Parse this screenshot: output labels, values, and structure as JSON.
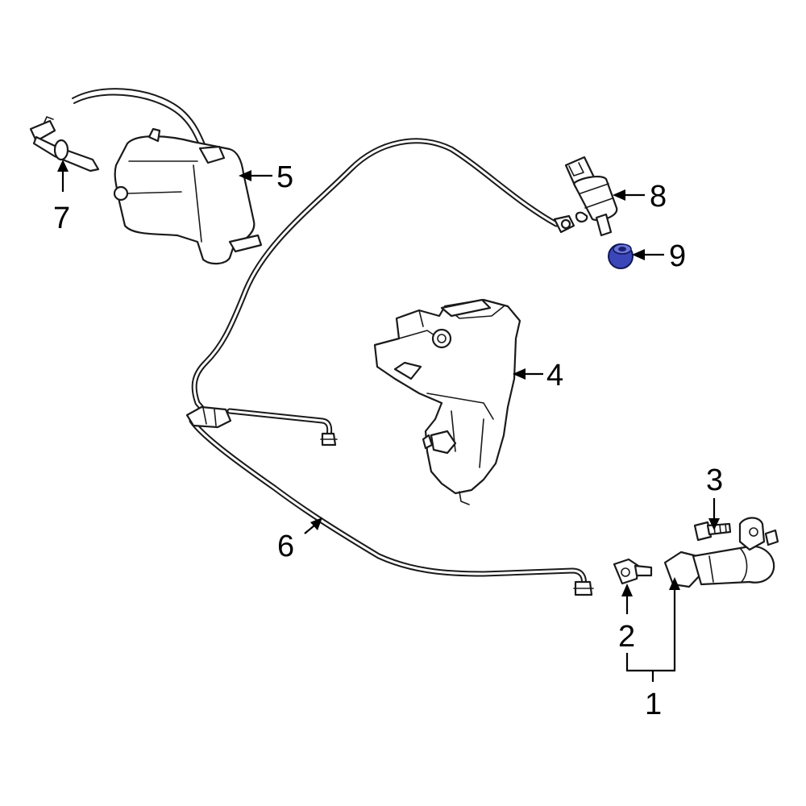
{
  "callouts": {
    "c1": "1",
    "c2": "2",
    "c3": "3",
    "c4": "4",
    "c5": "5",
    "c6": "6",
    "c7": "7",
    "c8": "8",
    "c9": "9"
  },
  "colors": {
    "line": "#1a1a1a",
    "highlight_part": "#3b47b8",
    "background": "#ffffff"
  }
}
